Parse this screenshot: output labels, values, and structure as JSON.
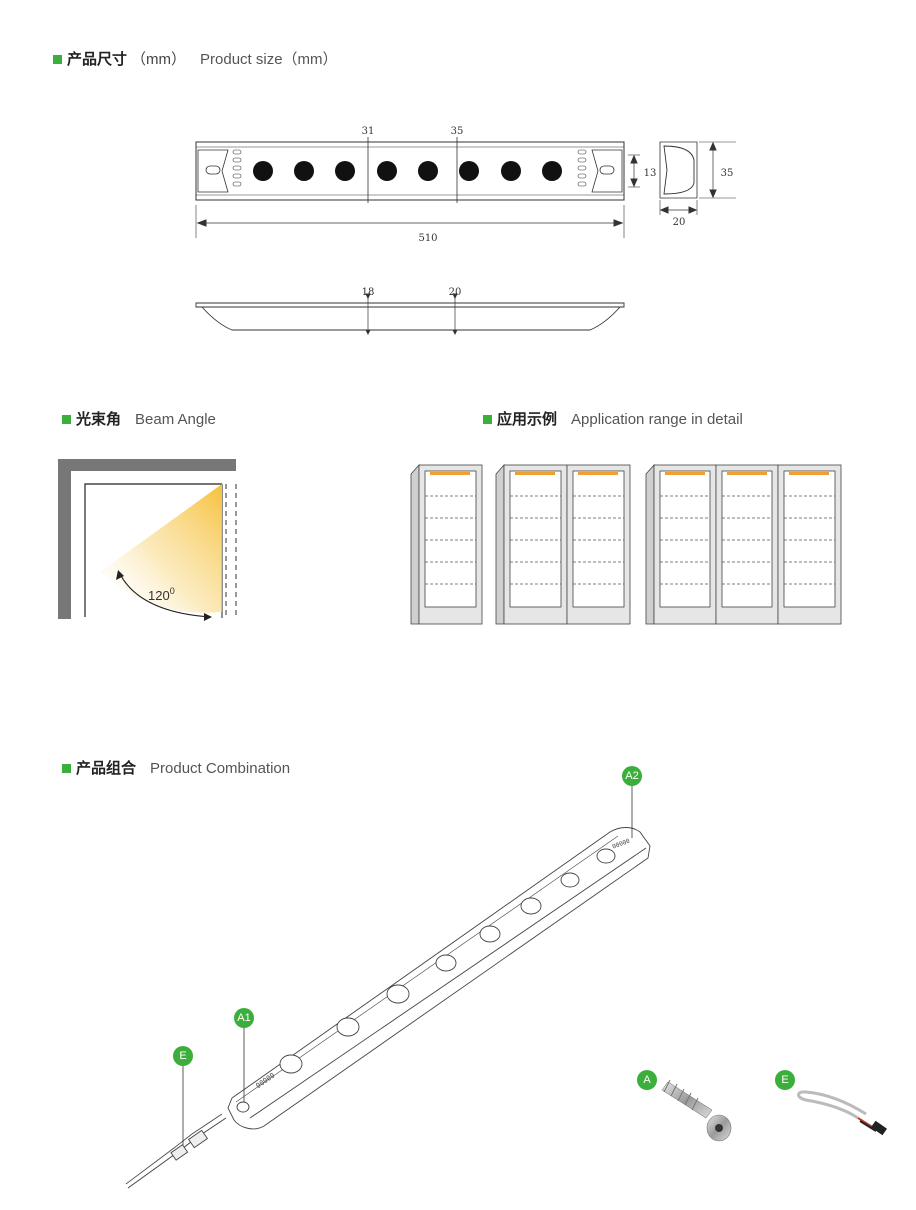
{
  "sections": {
    "size": {
      "cn": "产品尺寸",
      "en_prefix": "（mm）",
      "en": "Product size（mm）"
    },
    "beam": {
      "cn": "光束角",
      "en": "Beam Angle"
    },
    "app": {
      "cn": "应用示例",
      "en": "Application range in detail"
    },
    "combo": {
      "cn": "产品组合",
      "en": "Product Combination"
    }
  },
  "dimensions": {
    "top_mark_1": "31",
    "top_mark_2": "35",
    "length": "510",
    "end_height": "13",
    "end_total": "35",
    "end_width": "20",
    "side_mark_1": "18",
    "side_mark_2": "20"
  },
  "beam_angle": {
    "label": "120",
    "unit_sup": "0"
  },
  "callouts": {
    "a2": "A2",
    "a1": "A1",
    "e_strip": "E",
    "a_screw": "A",
    "e_cable": "E"
  },
  "strip_print": {
    "left_code": "00000",
    "right_code": "00000"
  },
  "colors": {
    "accent_green": "#3cae3c",
    "led_orange": "#f0a030",
    "beam_yellow": "#f6c13a"
  }
}
